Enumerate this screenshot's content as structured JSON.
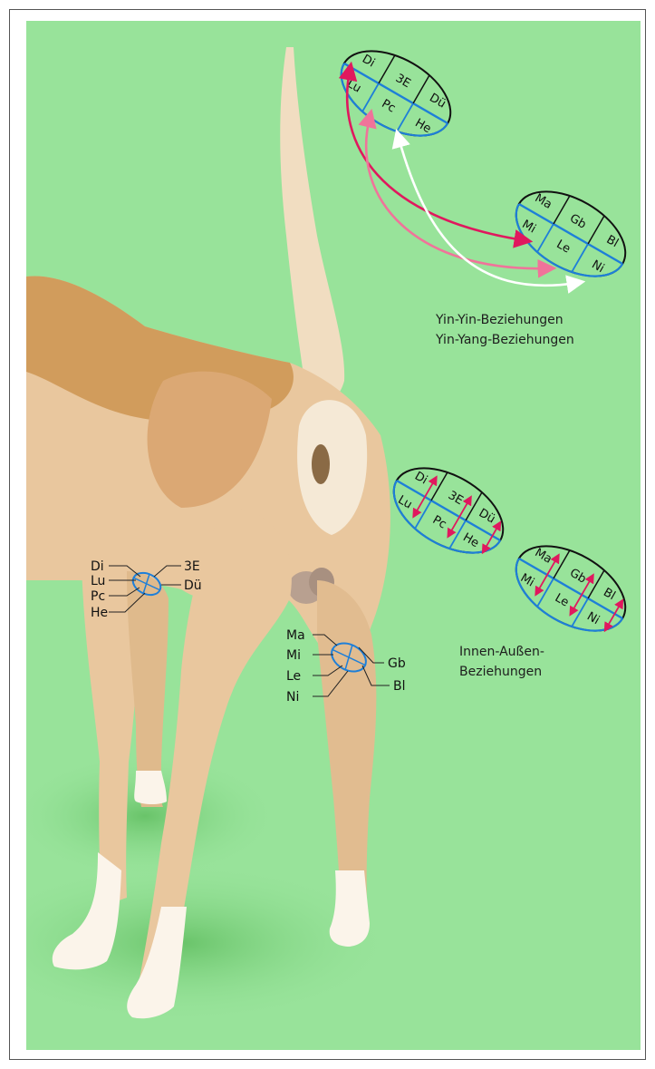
{
  "labels": {
    "front_leg": {
      "di": "Di",
      "lu": "Lu",
      "pc": "Pc",
      "he": "He",
      "sanjiao": "3E",
      "du": "Dü"
    },
    "hind_leg": {
      "ma": "Ma",
      "mi": "Mi",
      "le": "Le",
      "ni": "Ni",
      "gb": "Gb",
      "bl": "Bl"
    }
  },
  "captions": {
    "yin_yin": "Yin-Yin-Beziehungen",
    "yin_yang": "Yin-Yang-Beziehungen",
    "innen_aussen_1": "Innen-Außen-",
    "innen_aussen_2": "Beziehungen"
  },
  "colors": {
    "background": "#98e39a",
    "oval_divider": "#1e7fd8",
    "arrow_lu_mi": "#e0185e",
    "arrow_pc_le": "#f0739a",
    "arrow_he_ni": "#ffffff",
    "dog_fur": "#e9c79e",
    "dog_saddle": "#d19c5c"
  },
  "icons": [
    "dog-illustration",
    "meridian-oval"
  ]
}
